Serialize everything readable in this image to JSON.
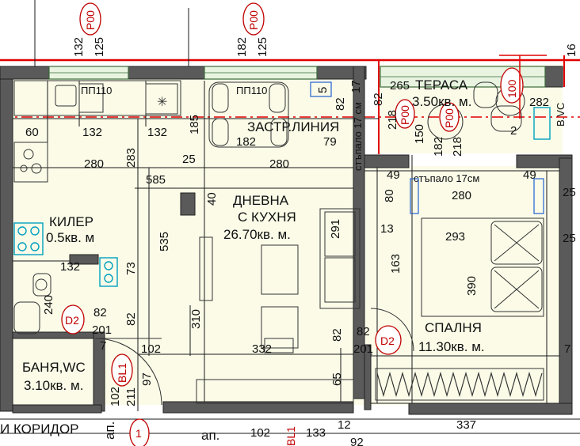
{
  "rooms": {
    "living": {
      "name": "ДНЕВНА",
      "name2": "С КУХНЯ",
      "area": "26.70кв. м."
    },
    "bedroom": {
      "name": "СПАЛНЯ",
      "area": "11.30кв. м."
    },
    "storage": {
      "name": "КИЛЕР",
      "area": "0.5кв. м"
    },
    "bathroom": {
      "name": "БАНЯ,WC",
      "area": "3.10кв. м."
    },
    "terrace": {
      "name": "ТЕРАСА",
      "area": "3.50кв. м."
    },
    "corridor": {
      "name": "И КОРИДОР"
    }
  },
  "labels": {
    "build_line": "ЗАСТР.ЛИНИЯ",
    "step_top": "стъпало 17см",
    "step_side": "стъпало 17 см",
    "pp110_a": "ПП110",
    "pp110_b": "ПП110",
    "vc": "В.VC",
    "ap_a": "ап.",
    "ap_b": "ап."
  },
  "tags": {
    "p00_a": "P00",
    "p00_b": "P00",
    "p00_c": "P00",
    "p00_d": "P00",
    "d2_a": "D2",
    "d2_b": "D2",
    "bl1_a": "BL1",
    "bl1_b": "BL1",
    "n100": "100",
    "n1": "1"
  },
  "dims": {
    "d132_top": "132",
    "d125_a": "125",
    "d182_top": "182",
    "d125_b": "125",
    "d60": "60",
    "d132_a": "132",
    "d132_b": "132",
    "d185": "185",
    "d182_mid": "182",
    "d79": "79",
    "d280_a": "280",
    "d283": "283",
    "d25_a": "25",
    "d280_b": "280",
    "d585": "585",
    "d40": "40",
    "d535": "535",
    "d291": "291",
    "d13": "13",
    "d293": "293",
    "d163": "163",
    "d390": "390",
    "d132_c": "132",
    "d73": "73",
    "d240": "240",
    "d82_a": "82",
    "d201_a": "201",
    "d82_b": "82",
    "d310": "310",
    "d102_a": "102",
    "d332": "332",
    "d82_c": "82",
    "d201_b": "201",
    "d82_d": "82",
    "d97": "97",
    "d102_b": "102",
    "d211": "211",
    "d65": "65",
    "d12": "12",
    "d337": "337",
    "d265": "265",
    "d5": "5",
    "d82_e": "82",
    "d218_a": "218",
    "d150": "150",
    "d182_c": "182",
    "d218_b": "218",
    "d282": "282",
    "d2": "2",
    "d49_a": "49",
    "d80": "80",
    "d280_c": "280",
    "d49_b": "49",
    "d25_b": "25",
    "d25_c": "25",
    "d102_c": "102",
    "d133": "133",
    "d92": "92",
    "d16": "16",
    "d7_a": "7",
    "d7_b": "7",
    "d82_f": "82",
    "d17": "17"
  },
  "colors": {
    "wall": "#5a5a5a",
    "floor": "#fbfbe8",
    "red": "#e00000",
    "grid": "#1a1a1a",
    "cyan": "#00a0c0",
    "blue": "#2060d0",
    "green": "#4a8a4a"
  }
}
